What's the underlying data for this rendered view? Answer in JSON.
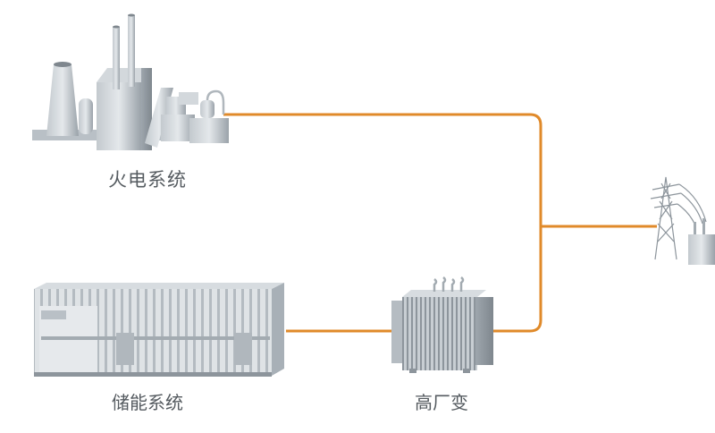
{
  "diagram": {
    "nodes": {
      "thermal_power": {
        "label": "火电系统",
        "icon": "thermal-power-plant-icon"
      },
      "energy_storage": {
        "label": "储能系统",
        "icon": "energy-storage-container-icon"
      },
      "station_transformer": {
        "label": "高厂变",
        "icon": "transformer-icon"
      },
      "grid": {
        "label": "",
        "icon": "transmission-tower-substation-icon"
      }
    },
    "connections": [
      {
        "from": "thermal_power",
        "to": "grid"
      },
      {
        "from": "energy_storage",
        "to": "station_transformer"
      },
      {
        "from": "station_transformer",
        "to": "grid"
      }
    ],
    "colors": {
      "line": "#e08a2a",
      "equipment": "#a9b0b6",
      "label": "#555b60"
    }
  }
}
